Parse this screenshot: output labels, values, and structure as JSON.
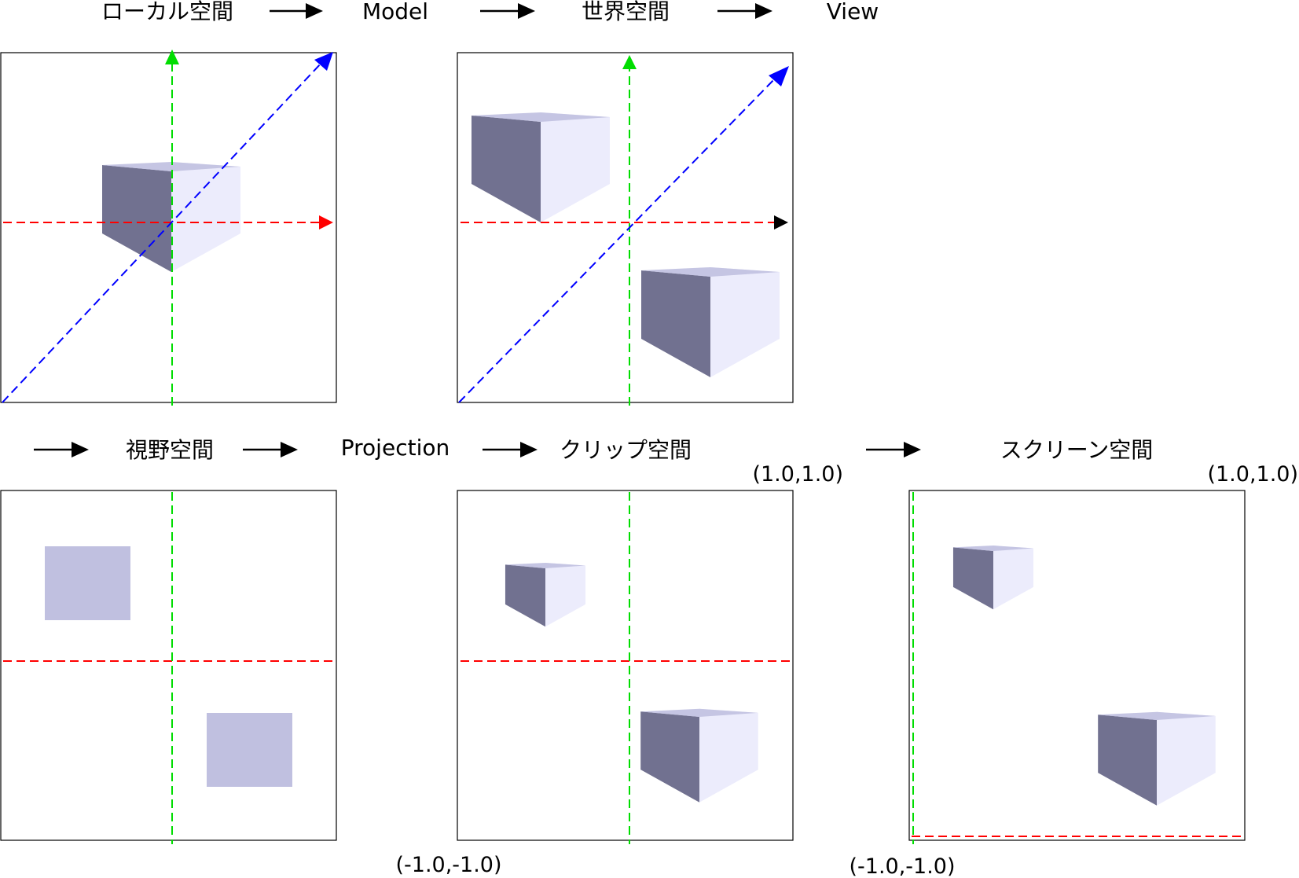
{
  "flow_row1": {
    "local_space": "ローカル空間",
    "model": "Model",
    "world_space": "世界空間",
    "view": "View"
  },
  "flow_row2": {
    "view_space": "視野空間",
    "projection": "Projection",
    "clip_space": "クリップ空間",
    "screen_space": "スクリーン空間"
  },
  "coordinates": {
    "clip_top_right": "(1.0,1.0)",
    "clip_bottom_left": "(-1.0,-1.0)",
    "screen_top_right": "(1.0,1.0)",
    "screen_bottom_left": "(-1.0,-1.0)"
  },
  "colors": {
    "x_axis": "#ff0000",
    "y_axis": "#00dd00",
    "z_axis": "#0000ff",
    "cube_top": "#c5c5e3",
    "cube_left": "#717190",
    "cube_right": "#ececfc",
    "square": "#c0c0e0"
  }
}
